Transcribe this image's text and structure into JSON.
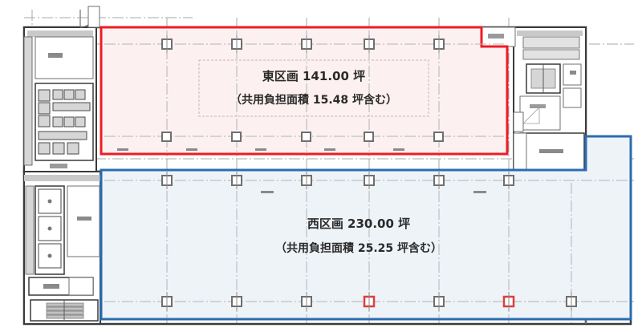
{
  "document": {
    "kind": "floor-plan",
    "language": "ja"
  },
  "zones": {
    "east": {
      "name": "east-zone",
      "line1": "東区画 141.00 坪",
      "line2": "（共用負担面積 15.48 坪含む）",
      "label_main": "東区画",
      "area_value": "141.00",
      "area_unit": "坪",
      "common_share_text": "共用負担面積",
      "common_share_value": "15.48",
      "common_share_suffix": "坪含む",
      "outline_color": "#ee1c25",
      "fill_color": "#fdf0f0"
    },
    "west": {
      "name": "west-zone",
      "line1": "西区画 230.00 坪",
      "line2": "（共用負担面積 25.25 坪含む）",
      "label_main": "西区画",
      "area_value": "230.00",
      "area_unit": "坪",
      "common_share_text": "共用負担面積",
      "common_share_value": "25.25",
      "common_share_suffix": "坪含む",
      "outline_color": "#2b6cb0",
      "fill_color": "#eef3f8"
    }
  },
  "colors": {
    "wall": "#3a3a3a",
    "thin_wall": "#7a7a7a",
    "grid": "#9a9a9a",
    "core_fill": "#d6d6d6",
    "light_fill": "#ebebeb",
    "white": "#ffffff",
    "column_marker": "#6f6f6f",
    "column_marker_accent": "#d94040"
  }
}
